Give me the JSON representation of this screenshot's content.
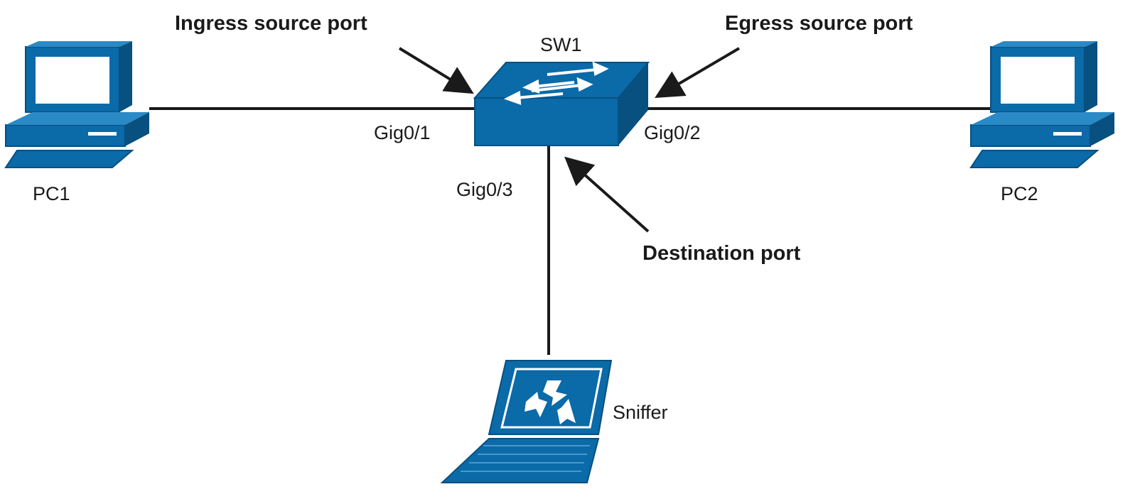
{
  "diagram": {
    "callouts": {
      "ingress": "Ingress source port",
      "egress": "Egress source port",
      "destination": "Destination port"
    },
    "switch": {
      "name": "SW1"
    },
    "ports": {
      "gig01": "Gig0/1",
      "gig02": "Gig0/2",
      "gig03": "Gig0/3"
    },
    "devices": {
      "pc1": "PC1",
      "pc2": "PC2",
      "sniffer": "Sniffer"
    },
    "colors": {
      "device_blue": "#0b6aa8",
      "device_dark": "#07507f",
      "device_light": "#2a8ac6",
      "link": "#1a1a1a"
    },
    "icons": {
      "pc": "desktop-computer-icon",
      "switch": "workgroup-switch-icon",
      "sniffer": "laptop-sniffer-icon"
    }
  }
}
